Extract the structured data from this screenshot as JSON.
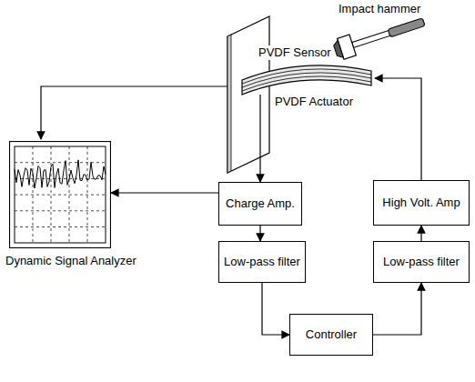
{
  "diagram": {
    "nodes": [
      {
        "text": [
          "PVDF Sensor",
          "PVDF Actuator"
        ]
      },
      {
        "text": [
          "Dynamic Signal Analyzer"
        ]
      },
      {
        "text": [
          "Charge Amp."
        ]
      },
      {
        "text": [
          "High Volt. Amp"
        ]
      },
      {
        "text": [
          "Low-pass filter"
        ]
      },
      {
        "text": [
          "Low-pass filter"
        ]
      },
      {
        "text": [
          "Controller"
        ]
      }
    ],
    "edges": [
      {
        "from": 0,
        "to": 2,
        "arrow": "to"
      },
      {
        "from": 2,
        "to": 1,
        "arrow": "to"
      },
      {
        "from": 2,
        "to": 4,
        "arrow": "to"
      },
      {
        "from": 4,
        "to": 6,
        "arrow": "to"
      },
      {
        "from": 6,
        "to": 5,
        "arrow": "to"
      },
      {
        "from": 5,
        "to": 3,
        "arrow": "to"
      },
      {
        "from": 3,
        "to": 0,
        "arrow": "to"
      }
    ],
    "labels": [
      "Impact hammer"
    ]
  }
}
